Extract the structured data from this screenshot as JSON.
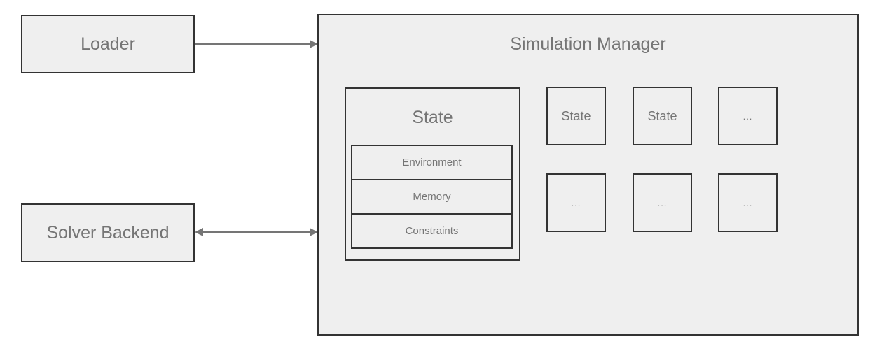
{
  "colors": {
    "background": "#ffffff",
    "box_fill": "#efefef",
    "box_border": "#333333",
    "label_text": "#757575",
    "arrow": "#757575"
  },
  "loader": {
    "label": "Loader"
  },
  "solver_backend": {
    "label": "Solver Backend"
  },
  "simulation_manager": {
    "title": "Simulation Manager",
    "state_panel": {
      "title": "State",
      "sections": [
        {
          "label": "Environment"
        },
        {
          "label": "Memory"
        },
        {
          "label": "Constraints"
        }
      ]
    },
    "mini_boxes": [
      {
        "label": "State"
      },
      {
        "label": "State"
      },
      {
        "label": "..."
      },
      {
        "label": "..."
      },
      {
        "label": "..."
      },
      {
        "label": "..."
      }
    ]
  },
  "connectors": [
    {
      "from": "Loader",
      "to": "Simulation Manager",
      "direction": "right"
    },
    {
      "from": "Solver Backend",
      "to": "Simulation Manager",
      "direction": "both"
    }
  ]
}
